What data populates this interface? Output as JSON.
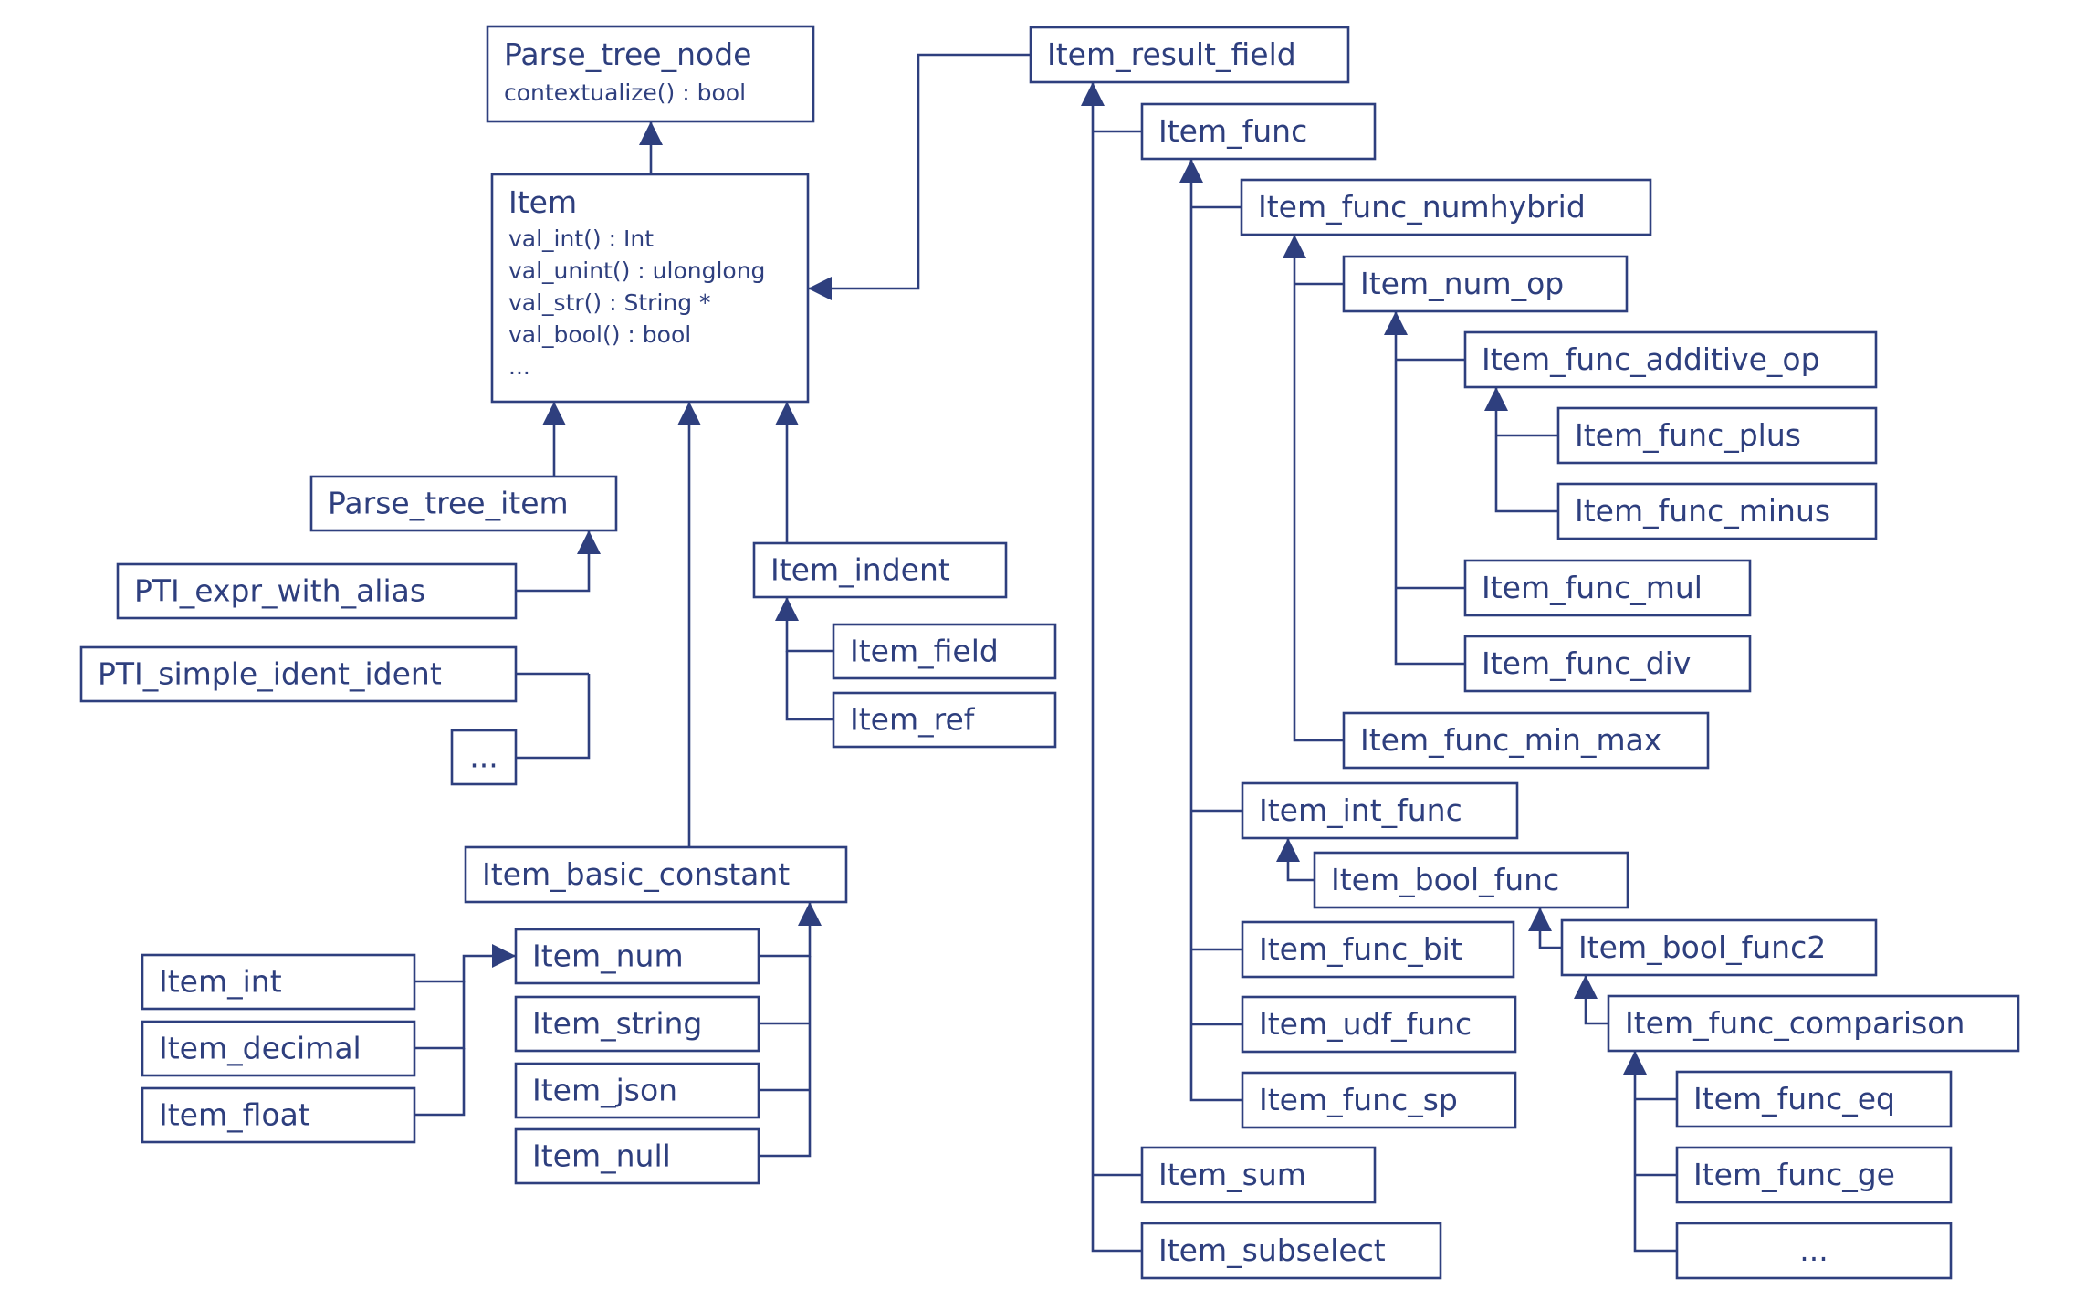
{
  "diagram": {
    "colors": {
      "line": "#2e3f7e",
      "background": "#ffffff"
    },
    "nodes": [
      {
        "id": "parse_tree_node",
        "label": "Parse_tree_node",
        "attrs": [
          "contextualize() : bool"
        ]
      },
      {
        "id": "item",
        "label": "Item",
        "attrs": [
          "val_int() : Int",
          "val_unint() : ulonglong",
          "val_str() : String *",
          "val_bool() : bool",
          "..."
        ]
      },
      {
        "id": "parse_tree_item",
        "label": "Parse_tree_item"
      },
      {
        "id": "pti_expr_with_alias",
        "label": "PTI_expr_with_alias"
      },
      {
        "id": "pti_simple_ident_ident",
        "label": "PTI_simple_ident_ident"
      },
      {
        "id": "pti_more",
        "label": "..."
      },
      {
        "id": "item_indent",
        "label": "Item_indent"
      },
      {
        "id": "item_field",
        "label": "Item_field"
      },
      {
        "id": "item_ref",
        "label": "Item_ref"
      },
      {
        "id": "item_basic_constant",
        "label": "Item_basic_constant"
      },
      {
        "id": "item_num",
        "label": "Item_num"
      },
      {
        "id": "item_string",
        "label": "Item_string"
      },
      {
        "id": "item_json",
        "label": "Item_json"
      },
      {
        "id": "item_null",
        "label": "Item_null"
      },
      {
        "id": "item_int",
        "label": "Item_int"
      },
      {
        "id": "item_decimal",
        "label": "Item_decimal"
      },
      {
        "id": "item_float",
        "label": "Item_float"
      },
      {
        "id": "item_result_field",
        "label": "Item_result_field"
      },
      {
        "id": "item_func",
        "label": "Item_func"
      },
      {
        "id": "item_func_numhybrid",
        "label": "Item_func_numhybrid"
      },
      {
        "id": "item_num_op",
        "label": "Item_num_op"
      },
      {
        "id": "item_func_additive_op",
        "label": "Item_func_additive_op"
      },
      {
        "id": "item_func_plus",
        "label": "Item_func_plus"
      },
      {
        "id": "item_func_minus",
        "label": "Item_func_minus"
      },
      {
        "id": "item_func_mul",
        "label": "Item_func_mul"
      },
      {
        "id": "item_func_div",
        "label": "Item_func_div"
      },
      {
        "id": "item_func_min_max",
        "label": "Item_func_min_max"
      },
      {
        "id": "item_int_func",
        "label": "Item_int_func"
      },
      {
        "id": "item_bool_func",
        "label": "Item_bool_func"
      },
      {
        "id": "item_bool_func2",
        "label": "Item_bool_func2"
      },
      {
        "id": "item_func_comparison",
        "label": "Item_func_comparison"
      },
      {
        "id": "item_func_eq",
        "label": "Item_func_eq"
      },
      {
        "id": "item_func_ge",
        "label": "Item_func_ge"
      },
      {
        "id": "comparison_more",
        "label": "..."
      },
      {
        "id": "item_func_bit",
        "label": "Item_func_bit"
      },
      {
        "id": "item_udf_func",
        "label": "Item_udf_func"
      },
      {
        "id": "item_func_sp",
        "label": "Item_func_sp"
      },
      {
        "id": "item_sum",
        "label": "Item_sum"
      },
      {
        "id": "item_subselect",
        "label": "Item_subselect"
      }
    ]
  }
}
